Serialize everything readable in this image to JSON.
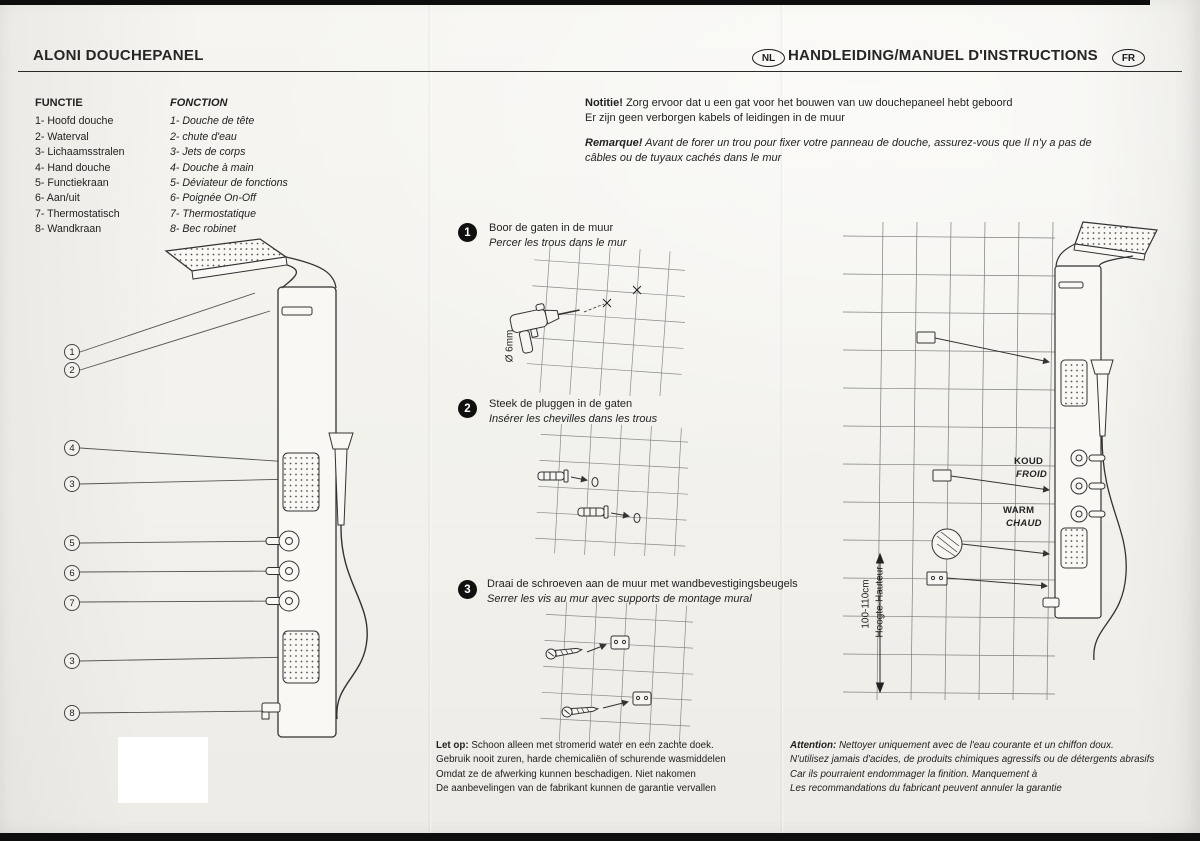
{
  "header": {
    "title": "ALONI DOUCHEPANEL",
    "lang_nl": "NL",
    "manual_title": "HANDLEIDING/MANUEL D'INSTRUCTIONS",
    "lang_fr": "FR"
  },
  "parts": {
    "nl_title": "FUNCTIE",
    "fr_title": "FONCTION",
    "nl": [
      "1- Hoofd douche",
      "2- Waterval",
      "3- Lichaamsstralen",
      "4- Hand douche",
      "5- Functiekraan",
      "6- Aan/uit",
      "7- Thermostatisch",
      "8- Wandkraan"
    ],
    "fr": [
      "1- Douche de tête",
      "2- chute d'eau",
      "3- Jets de corps",
      "4- Douche à main",
      "5- Déviateur de fonctions",
      "6- Poignée On-Off",
      "7- Thermostatique",
      "8- Bec robinet"
    ]
  },
  "notes": {
    "nl_label": "Notitie!",
    "nl_line1": "Zorg ervoor dat u een gat voor het bouwen van uw douchepaneel hebt geboord",
    "nl_line2": "Er zijn geen verborgen kabels of leidingen in de muur",
    "fr_label": "Remarque!",
    "fr_text": "Avant de forer un trou pour fixer votre panneau de douche, assurez-vous que Il n'y a pas de câbles ou de tuyaux cachés dans le mur"
  },
  "steps": [
    {
      "num": "1",
      "nl": "Boor de gaten in de muur",
      "fr": "Percer les trous dans le mur"
    },
    {
      "num": "2",
      "nl": "Steek de pluggen in de gaten",
      "fr": "Insérer les chevilles dans les trous"
    },
    {
      "num": "3",
      "nl": "Draai de schroeven aan de muur met wandbevestigingsbeugels",
      "fr": "Serrer les vis au mur avec supports de montage mural"
    }
  ],
  "callouts": [
    "1",
    "2",
    "4",
    "3",
    "5",
    "6",
    "7",
    "3",
    "8"
  ],
  "labels": {
    "drill_diameter": "Ø 6mm",
    "cold_nl": "KOUD",
    "cold_fr": "FROID",
    "warm_nl": "WARM",
    "warm_fr": "CHAUD",
    "height_range": "100-110cm",
    "height_axis": "Hoogte-Hauteur"
  },
  "care": {
    "nl_label": "Let op:",
    "nl_line1": "Schoon alleen met stromend water en een zachte doek.",
    "nl_line2": "Gebruik nooit zuren, harde chemicaliën of schurende wasmiddelen",
    "nl_line3": "Omdat ze de afwerking kunnen beschadigen. Niet nakomen",
    "nl_line4": "De aanbevelingen van de fabrikant kunnen de garantie vervallen",
    "fr_label": "Attention:",
    "fr_line1": "Nettoyer uniquement avec de l'eau courante et un chiffon doux.",
    "fr_line2": "N'utilisez jamais d'acides, de produits chimiques agressifs ou de détergents abrasifs",
    "fr_line3": "Car ils pourraient endommager la finition. Manquement à",
    "fr_line4": "Les recommandations du fabricant peuvent annuler la garantie"
  }
}
